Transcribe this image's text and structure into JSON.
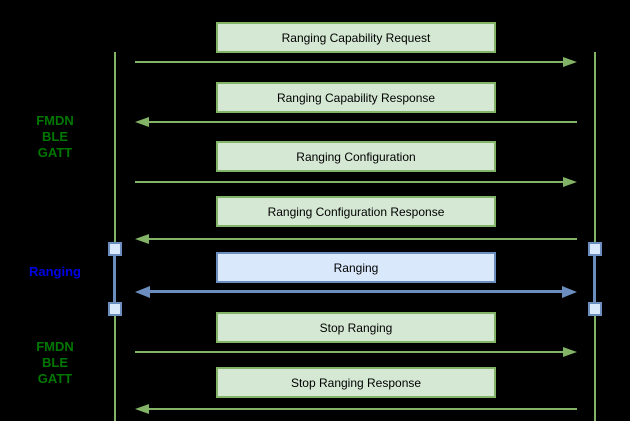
{
  "diagram": {
    "type": "sequence-diagram",
    "background": "#000000",
    "side_labels": {
      "fmdn_top": {
        "lines": [
          "FMDN",
          "BLE",
          "GATT"
        ],
        "color": "#007700"
      },
      "ranging": {
        "lines": [
          "Ranging"
        ],
        "color": "#0000e6"
      },
      "fmdn_bottom": {
        "lines": [
          "FMDN",
          "BLE",
          "GATT"
        ],
        "color": "#007700"
      }
    },
    "messages": [
      {
        "label": "Ranging Capability Request",
        "direction": "right",
        "theme": "green"
      },
      {
        "label": "Ranging Capability Response",
        "direction": "left",
        "theme": "green"
      },
      {
        "label": "Ranging Configuration",
        "direction": "right",
        "theme": "green"
      },
      {
        "label": "Ranging Configuration Response",
        "direction": "left",
        "theme": "green"
      },
      {
        "label": "Ranging",
        "direction": "both",
        "theme": "blue"
      },
      {
        "label": "Stop Ranging",
        "direction": "right",
        "theme": "green"
      },
      {
        "label": "Stop Ranging Response",
        "direction": "left",
        "theme": "green"
      }
    ],
    "lifelines": {
      "count": 2,
      "ranging_activation_nodes": 4
    },
    "colors": {
      "green_fill": "#d5e8d4",
      "green_stroke": "#82b366",
      "blue_fill": "#dae8fc",
      "blue_stroke": "#6c8ebf",
      "label_green": "#007700",
      "label_blue": "#0000e6",
      "message_text": "#000000"
    }
  }
}
